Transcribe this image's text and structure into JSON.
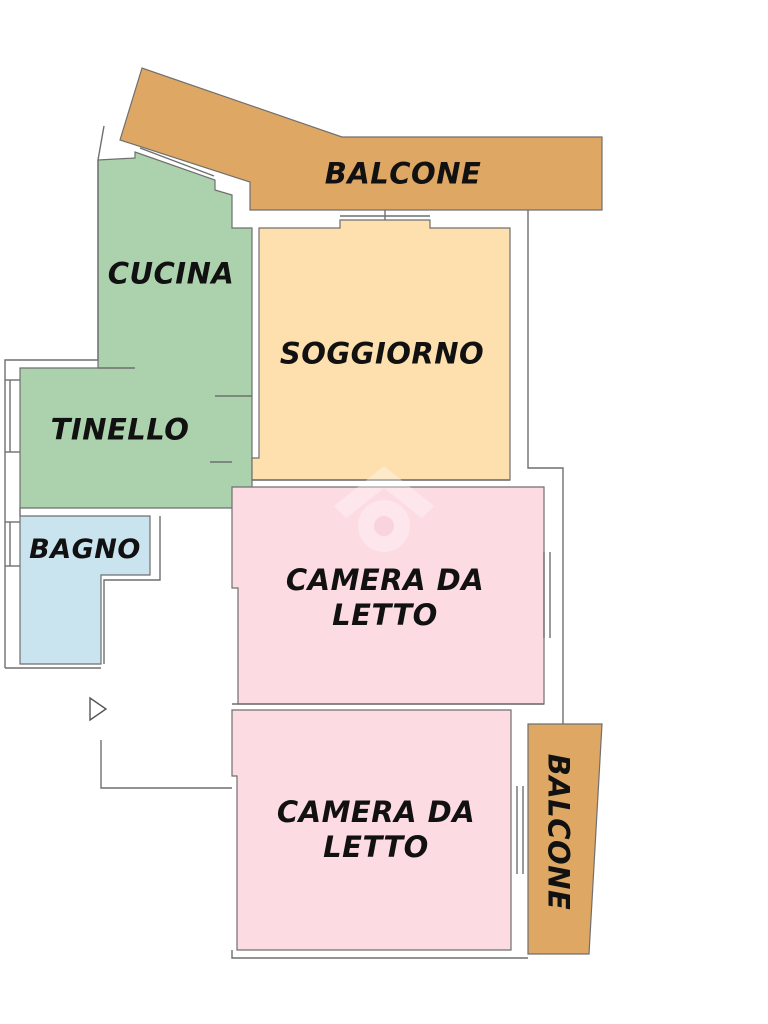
{
  "colors": {
    "balcone": "#dea764",
    "cucina_tinello": "#acd2ad",
    "soggiorno": "#fde0ae",
    "camera": "#fddbe2",
    "bagno": "#c9e3ef",
    "wall": "#6f6f6f"
  },
  "rooms": {
    "balcone_top": "BALCONE",
    "cucina": "CUCINA",
    "soggiorno": "SOGGIORNO",
    "tinello": "TINELLO",
    "bagno": "BAGNO",
    "camera_1": "CAMERA DA\nLETTO",
    "camera_2": "CAMERA DA\nLETTO",
    "balcone_right": "BALCONE"
  },
  "icons": {
    "watermark": "home-logo-icon",
    "entrance": "entrance-triangle-icon"
  }
}
